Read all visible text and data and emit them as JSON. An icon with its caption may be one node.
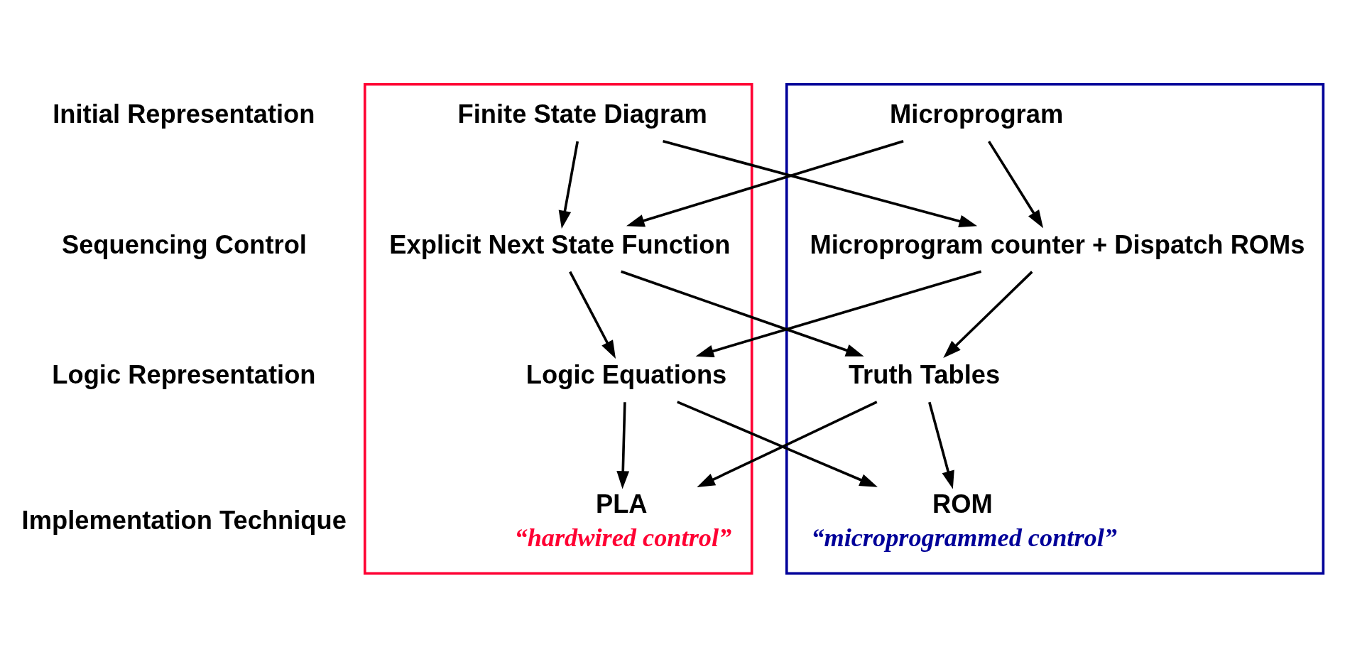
{
  "diagram": {
    "nodes": [
      {
        "text": [],
        "shape": "box"
      },
      {
        "text": [],
        "shape": "box"
      },
      {
        "text": [
          "Finite State Diagram"
        ],
        "in": 0
      },
      {
        "text": [
          "Microprogram"
        ],
        "in": 1
      },
      {
        "text": [
          "Explicit Next State Function"
        ],
        "in": 0
      },
      {
        "text": [
          "Microprogram counter + Dispatch ROMs"
        ],
        "in": 1
      },
      {
        "text": [
          "Logic Equations"
        ],
        "in": 0
      },
      {
        "text": [
          "Truth Tables"
        ],
        "in": 1
      },
      {
        "text": [
          "PLA"
        ],
        "in": 0,
        "beside": [
          "“hardwired control”"
        ]
      },
      {
        "text": [
          "ROM"
        ],
        "in": 1,
        "beside": [
          "“microprogrammed control”"
        ]
      }
    ],
    "edges": [
      {
        "from": 2,
        "to": 4,
        "arrow": "to"
      },
      {
        "from": 2,
        "to": 5,
        "arrow": "to"
      },
      {
        "from": 3,
        "to": 4,
        "arrow": "to"
      },
      {
        "from": 3,
        "to": 5,
        "arrow": "to"
      },
      {
        "from": 4,
        "to": 6,
        "arrow": "to"
      },
      {
        "from": 4,
        "to": 7,
        "arrow": "to"
      },
      {
        "from": 5,
        "to": 6,
        "arrow": "to"
      },
      {
        "from": 5,
        "to": 7,
        "arrow": "to"
      },
      {
        "from": 6,
        "to": 8,
        "arrow": "to"
      },
      {
        "from": 6,
        "to": 9,
        "arrow": "to"
      },
      {
        "from": 7,
        "to": 8,
        "arrow": "to"
      },
      {
        "from": 7,
        "to": 9,
        "arrow": "to"
      }
    ],
    "labels": [
      "Initial Representation",
      "Sequencing Control",
      "Logic Representation",
      "Implementation Technique"
    ]
  }
}
